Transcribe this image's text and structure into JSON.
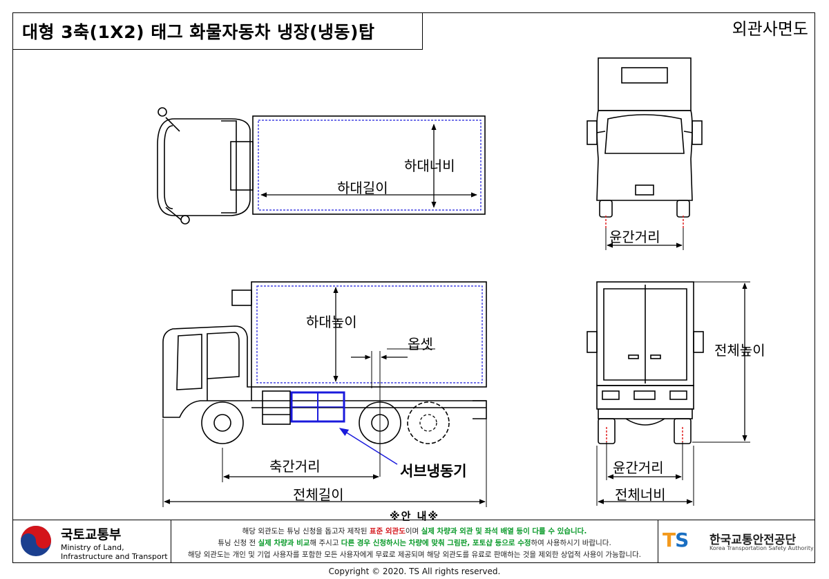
{
  "title": "대형 3축(1X2) 태그 화물자동차 냉장(냉동)탑",
  "view_label": "외관사면도",
  "dimension_labels": {
    "cargo_width": "하대너비",
    "cargo_length": "하대길이",
    "wheel_track_top": "윤간거리",
    "cargo_height": "하대높이",
    "offset": "옵셋",
    "overall_height": "전체높이",
    "wheelbase": "축간거리",
    "sub_freezer": "서브냉동기",
    "wheel_track_rear": "윤간거리",
    "overall_length": "전체길이",
    "overall_width": "전체너비"
  },
  "notice": {
    "title": "※안 내※",
    "line1_a": "해당 외관도는 튜닝 신청을 돕고자 제작된 ",
    "line1_red": "표준 외관도",
    "line1_b": "이며 ",
    "line1_green": "실제 차량과 외관 및 좌석 배열 등이 다를 수 있습니다.",
    "line2_a": "튜닝 신청 전 ",
    "line2_green1": "실제 차량과 비교",
    "line2_b": "해 주시고 ",
    "line2_green2": "다른 경우 신청하시는 차량에 맞춰 그림판, 포토샵 등으로 수정",
    "line2_c": "하여 사용하시기 바랍니다.",
    "line3": "해당 외관도는 개인 및 기업 사용자를 포함한 모든 사용자에게 무료로 제공되며 해당 외관도를 유료로 판매하는 것을 제외한 상업적 사용이 가능합니다."
  },
  "ministry": {
    "name_ko": "국토교통부",
    "name_en_1": "Ministry of Land,",
    "name_en_2": "Infrastructure and Transport"
  },
  "ts": {
    "logo": "TS",
    "name_ko": "한국교통안전공단",
    "name_en": "Korea Transportation Safety Authority"
  },
  "copyright": "Copyright © 2020. TS All rights reserved.",
  "colors": {
    "dashed_outline": "#1a1adc",
    "sub_freezer_box": "#1a1adc",
    "arrow": "#1a1adc",
    "wheel_center": "#e02020",
    "ts_blue": "#1a6fc2",
    "ts_orange": "#f39a1e"
  }
}
